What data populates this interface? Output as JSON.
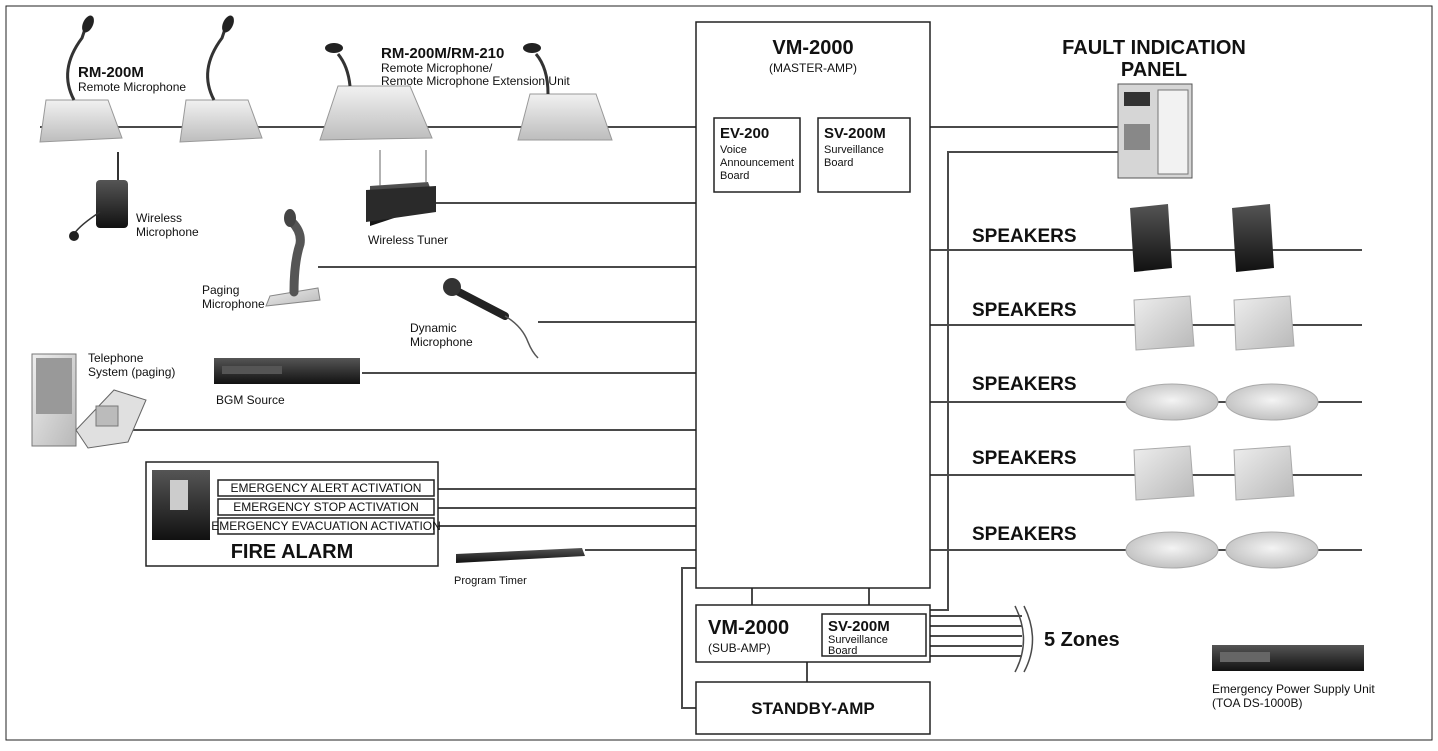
{
  "rm200m": {
    "model": "RM-200M",
    "desc": "Remote Microphone"
  },
  "rm210": {
    "model": "RM-200M/RM-210",
    "desc1": "Remote Microphone/",
    "desc2": "Remote Microphone Extension Unit"
  },
  "wireless_mic": {
    "l1": "Wireless",
    "l2": "Microphone"
  },
  "wireless_tuner": "Wireless Tuner",
  "paging_mic": {
    "l1": "Paging",
    "l2": "Microphone"
  },
  "dynamic_mic": {
    "l1": "Dynamic",
    "l2": "Microphone"
  },
  "telephone": {
    "l1": "Telephone",
    "l2": "System (paging)"
  },
  "bgm": "BGM Source",
  "fire_alarm": {
    "title": "FIRE ALARM",
    "activations": [
      "EMERGENCY ALERT ACTIVATION",
      "EMERGENCY STOP ACTIVATION",
      "EMERGENCY EVACUATION ACTIVATION"
    ]
  },
  "program_timer": "Program Timer",
  "master": {
    "title": "VM-2000",
    "subtitle": "(MASTER-AMP)",
    "ev200": {
      "model": "EV-200",
      "l1": "Voice",
      "l2": "Announcement",
      "l3": "Board"
    },
    "sv200m": {
      "model": "SV-200M",
      "l1": "Surveillance",
      "l2": "Board"
    }
  },
  "sub": {
    "title": "VM-2000",
    "subtitle": "(SUB-AMP)",
    "sv200m": {
      "model": "SV-200M",
      "l1": "Surveillance",
      "l2": "Board"
    }
  },
  "standby": "STANDBY-AMP",
  "zones": "5 Zones",
  "fault": {
    "l1": "FAULT INDICATION",
    "l2": "PANEL"
  },
  "speakers": [
    "SPEAKERS",
    "SPEAKERS",
    "SPEAKERS",
    "SPEAKERS",
    "SPEAKERS"
  ],
  "eps": {
    "l1": "Emergency Power Supply Unit",
    "l2": "(TOA DS-1000B)"
  }
}
